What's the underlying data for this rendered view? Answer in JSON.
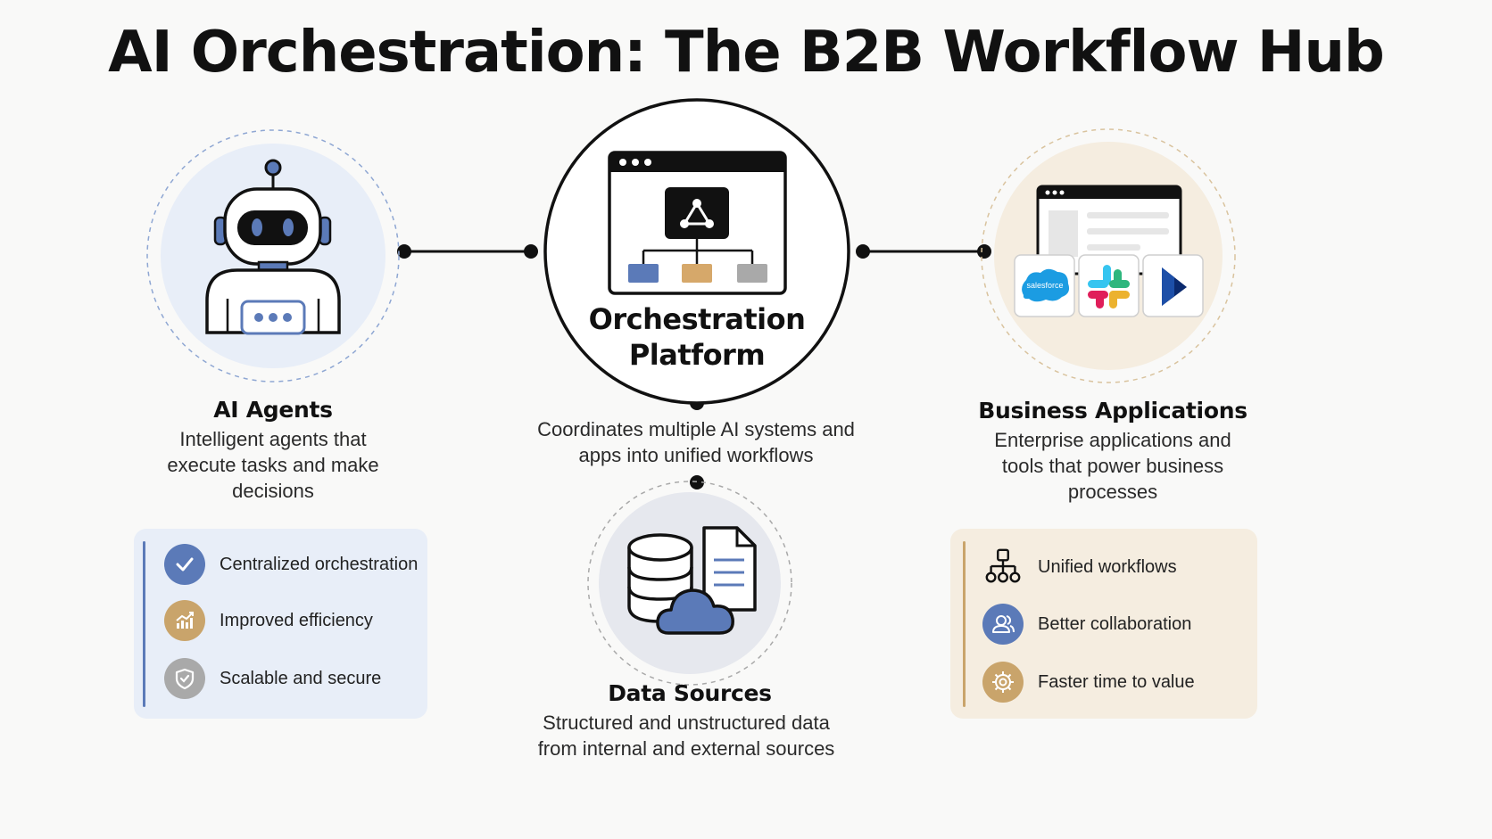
{
  "title": "AI Orchestration: The B2B Workflow Hub",
  "center": {
    "label_line1": "Orchestration",
    "label_line2": "Platform",
    "description": "Coordinates multiple AI systems and apps into unified workflows"
  },
  "ai_agents": {
    "title": "AI Agents",
    "description": "Intelligent agents that execute tasks and make decisions",
    "benefits": [
      {
        "label": "Centralized orchestration",
        "icon": "check-icon"
      },
      {
        "label": "Improved efficiency",
        "icon": "growth-chart-icon"
      },
      {
        "label": "Scalable and secure",
        "icon": "shield-check-icon"
      }
    ]
  },
  "business_apps": {
    "title": "Business Applications",
    "description": "Enterprise applications and tools that power business processes",
    "app_logos": [
      {
        "name": "salesforce",
        "text": "salesforce"
      },
      {
        "name": "slack",
        "text": ""
      },
      {
        "name": "dynamics",
        "text": ""
      }
    ],
    "benefits": [
      {
        "label": "Unified workflows",
        "icon": "workflow-icon"
      },
      {
        "label": "Better collaboration",
        "icon": "users-icon"
      },
      {
        "label": "Faster time to value",
        "icon": "gear-icon"
      }
    ]
  },
  "data_sources": {
    "title": "Data Sources",
    "description": "Structured and unstructured data from internal and external sources"
  },
  "colors": {
    "blue": "#5b7ab8",
    "blue_light": "#e8eef8",
    "gold": "#c9a46b",
    "gold_light": "#f5ede0",
    "gray": "#a9a9a9",
    "dark": "#111111"
  }
}
